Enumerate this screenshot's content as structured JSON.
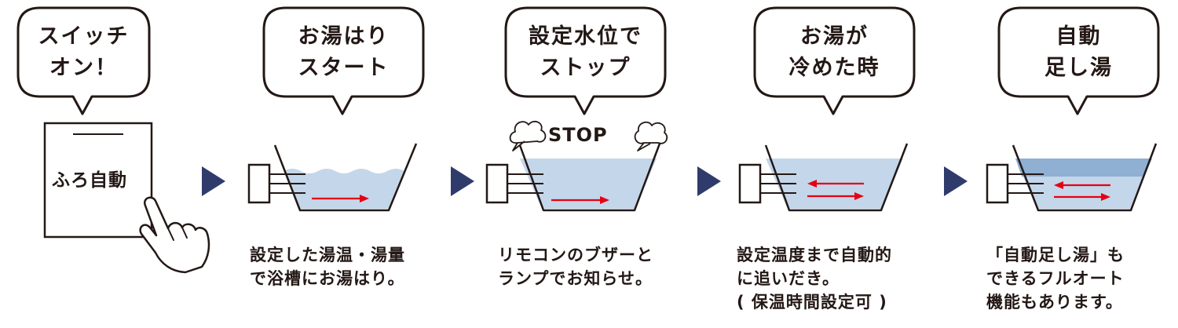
{
  "steps": [
    {
      "bubble": [
        "スイッチ",
        "オン！"
      ],
      "caption": []
    },
    {
      "bubble": [
        "お湯はり",
        "スタート"
      ],
      "caption": [
        "設定した湯温・湯量",
        "で浴槽にお湯はり。"
      ]
    },
    {
      "bubble": [
        "設定水位で",
        "ストップ"
      ],
      "caption": [
        "リモコンのブザーと",
        "ランプでお知らせ。"
      ]
    },
    {
      "bubble": [
        "お湯が",
        "冷めた時"
      ],
      "caption": [
        "設定温度まで自動的",
        "に追いだき。",
        "( 保温時間設定可 )"
      ]
    },
    {
      "bubble": [
        "自動",
        "足し湯"
      ],
      "caption": [
        "「自動足し湯」も",
        "できるフルオート",
        "機能もあります。"
      ]
    }
  ],
  "remote_button_label": "ふろ自動",
  "stop_label": "STOP",
  "colors": {
    "outline": "#231815",
    "arrow": "#2f3c6b",
    "water": "#c4d6ea",
    "water_dark": "#8fb0d3",
    "flow": "#e60012"
  }
}
